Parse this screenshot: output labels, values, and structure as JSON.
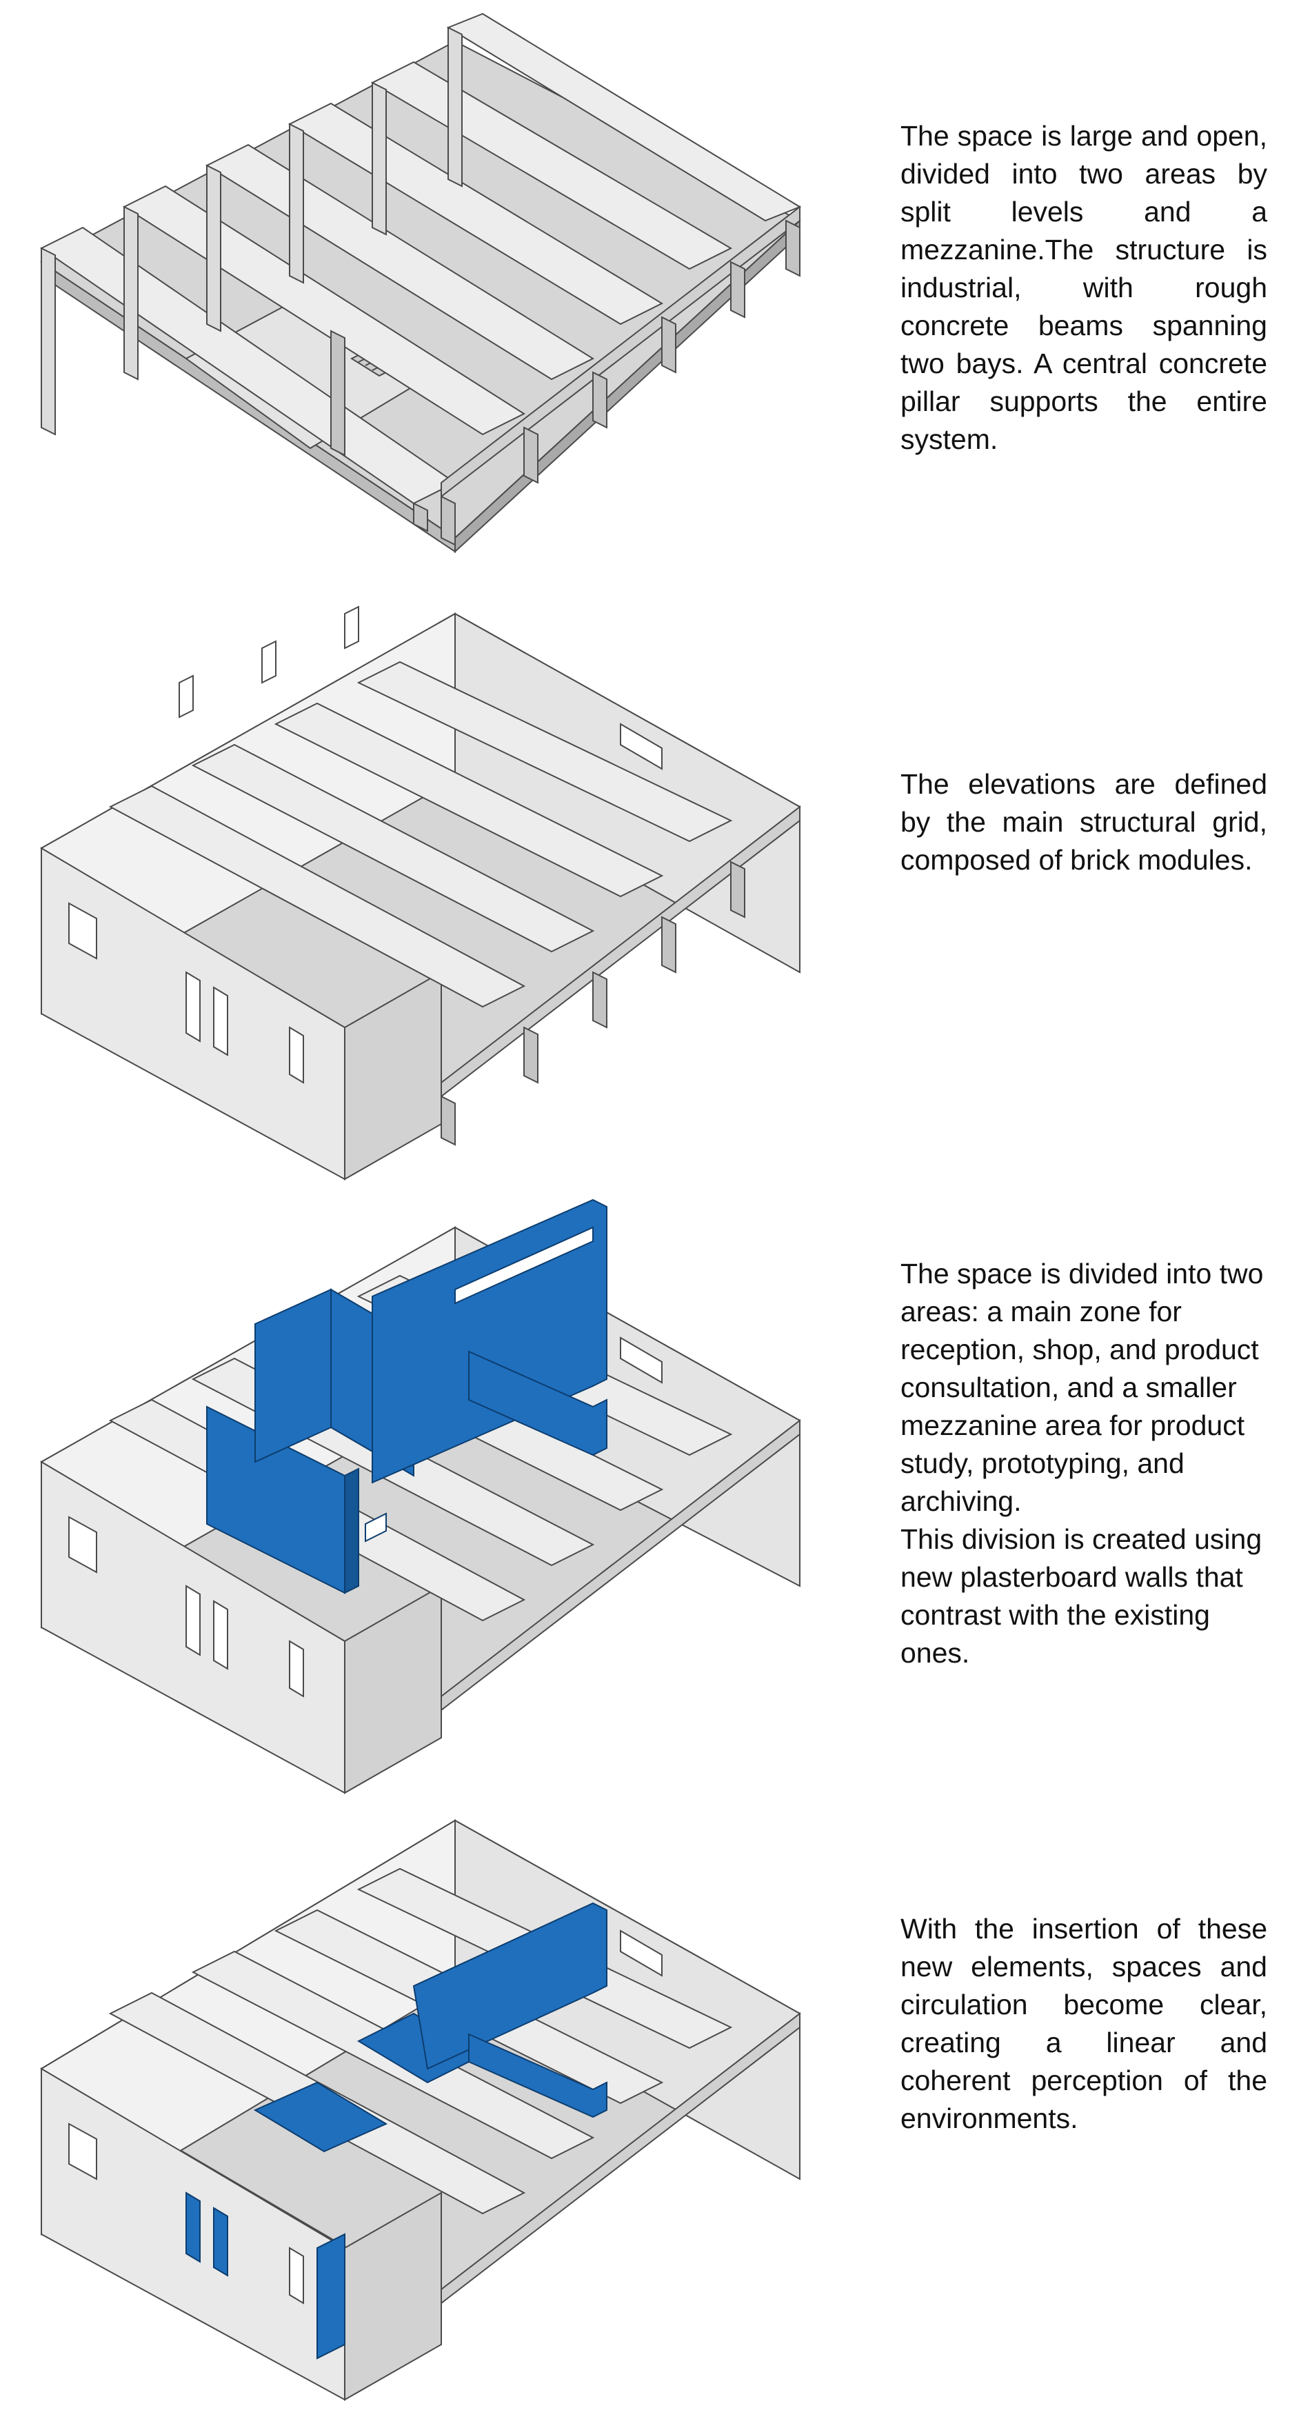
{
  "colors": {
    "background": "#ffffff",
    "floor": "#d6d6d6",
    "frame_light": "#ededed",
    "frame_mid": "#dcdcdc",
    "frame_dark": "#c4c4c4",
    "wall": "#e9e9e9",
    "wall_side": "#d2d2d2",
    "outline": "#4a4a4a",
    "new_wall": "#1f6fbd",
    "new_wall_dark": "#155694",
    "text": "#111111"
  },
  "panels": [
    {
      "stage": "structure",
      "caption": "The space is large and open, divided into two areas by split levels and a mezzanine.The structure is industrial, with rough concrete beams spanning two bays. A central concrete pillar supports the entire system."
    },
    {
      "stage": "elevations",
      "caption": "The elevations are defined by the main structural grid, composed of brick modules."
    },
    {
      "stage": "division",
      "caption": "The space is divided into two areas: a main zone for reception, shop, and product consultation, and a smaller mezzanine area for product study, prototyping, and archiving.\nThis division is created using new plasterboard walls that contrast with the existing ones."
    },
    {
      "stage": "result",
      "caption": "With the insertion of these new elements, spaces and circulation become clear, creating a linear and coherent perception of the environments."
    }
  ]
}
